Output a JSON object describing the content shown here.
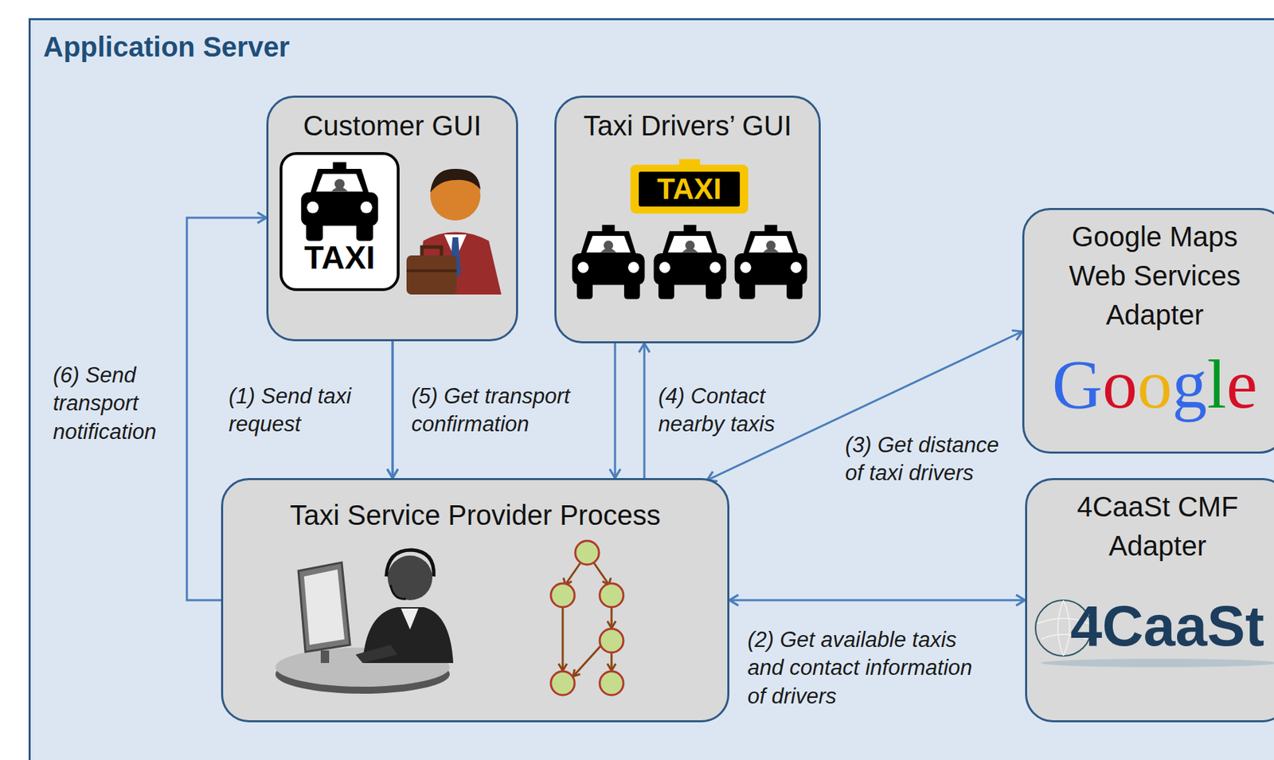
{
  "diagram": {
    "nodes": [
      {
        "text": [
          "Application Server"
        ]
      },
      {
        "text": [
          "Customer GUI"
        ],
        "in": 0
      },
      {
        "text": [
          "Taxi Drivers’ GUI"
        ],
        "in": 0
      },
      {
        "text": [
          "Google Maps Web Services Adapter",
          "Google"
        ],
        "in": 0
      },
      {
        "text": [
          "Taxi Service Provider Process"
        ],
        "in": 0
      },
      {
        "text": [
          "4CaaSt CMF Adapter",
          "4CaaSt"
        ],
        "in": 0
      }
    ],
    "edges": [
      {
        "from": 1,
        "to": 4,
        "label": "(1) Send taxi request",
        "arrow": "to"
      },
      {
        "from": 1,
        "to": 4,
        "label": "(5) Get transport confirmation",
        "arrow": "to"
      },
      {
        "from": 2,
        "to": 4,
        "arrow": "to"
      },
      {
        "from": 4,
        "to": 2,
        "label": "(4) Contact nearby taxis",
        "arrow": "to"
      },
      {
        "from": 4,
        "to": 3,
        "label": "(3) Get distance of taxi drivers",
        "arrow": "both"
      },
      {
        "from": 4,
        "to": 5,
        "label": "(2) Get available taxis and contact information of drivers",
        "arrow": "both"
      },
      {
        "from": 4,
        "to": 1,
        "label": "(6) Send transport notification",
        "arrow": "to"
      }
    ],
    "labels": [
      "TAXI",
      "TAXI"
    ]
  }
}
